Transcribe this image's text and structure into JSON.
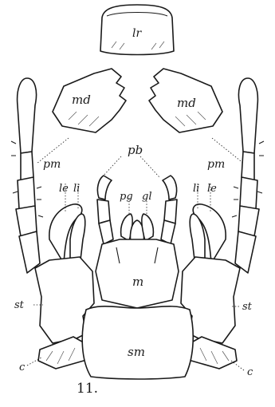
{
  "figure": {
    "number": "11.",
    "labels": {
      "lr": "lr",
      "md_left": "md",
      "md_right": "md",
      "pb": "pb",
      "pm_left": "pm",
      "pm_right": "pm",
      "le_left": "le",
      "li_left": "li",
      "li_right": "li",
      "le_right": "le",
      "pg": "pg",
      "gl": "gl",
      "m": "m",
      "st_left": "st",
      "st_right": "st",
      "c_left": "c",
      "c_right": "c",
      "sm": "sm"
    }
  }
}
